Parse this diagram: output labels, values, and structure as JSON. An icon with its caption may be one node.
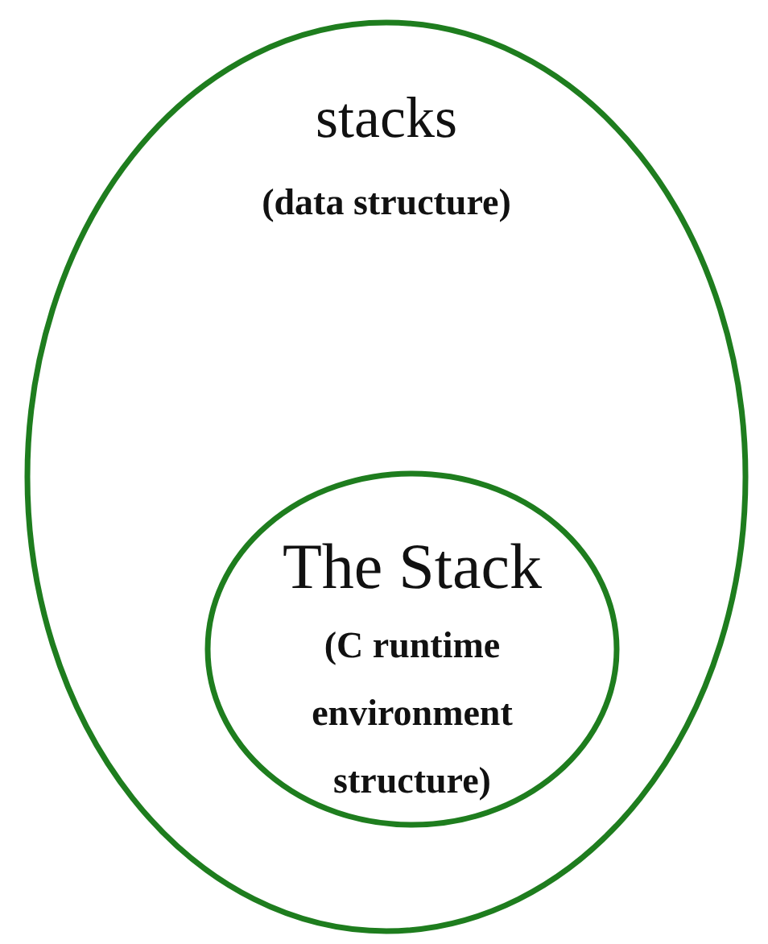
{
  "diagram": {
    "nodes": [
      {
        "text": [
          "stacks",
          "(data structure)"
        ]
      },
      {
        "text": [
          "The Stack",
          "(C runtime environment structure)"
        ],
        "in": 0
      }
    ]
  }
}
